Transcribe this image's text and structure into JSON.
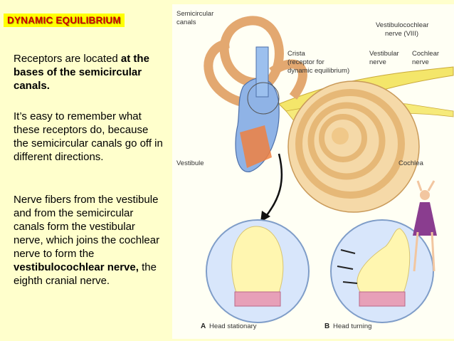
{
  "title": "DYNAMIC EQUILIBRIUM",
  "para1": {
    "pre": "Receptors are located ",
    "bold": "at the bases of the semicircular canals."
  },
  "para2": "It’s easy to remember what these receptors do, because the semicircular canals go off in different directions.",
  "para3": {
    "pre": "Nerve fibers from the vestibule and from the semicircular canals form the vestibular nerve, which joins the cochlear nerve to form the ",
    "bold": "vestibulocochlear nerve,",
    "post": " the eighth cranial nerve."
  },
  "figure": {
    "labels": {
      "semicircular_1": "Semicircular",
      "semicircular_2": "canals",
      "vestibulocochlear_1": "Vestibulocochlear",
      "vestibulocochlear_2": "nerve (VIII)",
      "crista_1": "Crista",
      "crista_2": "(receptor for",
      "crista_3": "dynamic equilibrium)",
      "vestibular_1": "Vestibular",
      "vestibular_2": "nerve",
      "cochlear_1": "Cochlear",
      "cochlear_2": "nerve",
      "vestibule": "Vestibule",
      "cochlea": "Cochlea",
      "caption_a_letter": "A",
      "caption_a": "Head stationary",
      "caption_b_letter": "B",
      "caption_b": "Head turning"
    }
  },
  "colors": {
    "background": "#ffffcc",
    "title_bg": "#ffff00",
    "title_text": "#cc0000"
  }
}
